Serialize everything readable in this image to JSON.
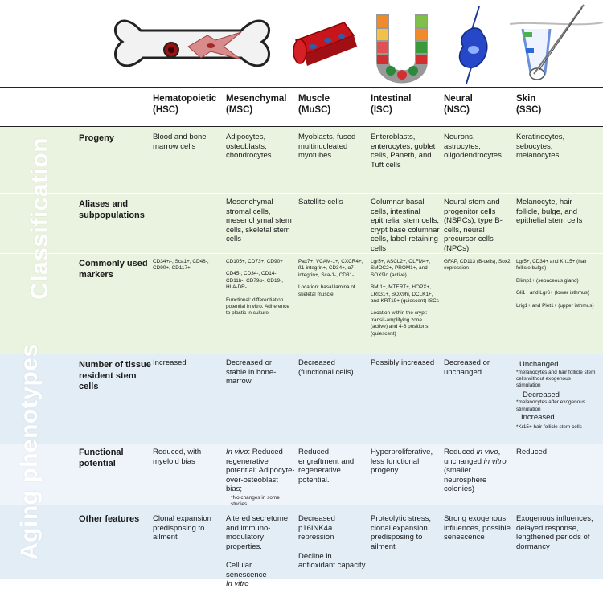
{
  "colors": {
    "green_band": "#e9f3df",
    "blue_band": "#e3edf6",
    "rule": "#222222"
  },
  "icons": [
    "bone-icon",
    "muscle-fiber-icon",
    "intestinal-crypt-icon",
    "neuron-icon",
    "hair-follicle-icon"
  ],
  "side_labels": {
    "classification": "Classification",
    "aging": "Aging phenotypes"
  },
  "columns": [
    {
      "name": "Hematopoietic",
      "abbr": "(HSC)"
    },
    {
      "name": "Mesenchymal",
      "abbr": "(MSC)"
    },
    {
      "name": "Muscle",
      "abbr": "(MuSC)"
    },
    {
      "name": "Intestinal",
      "abbr": "(ISC)"
    },
    {
      "name": "Neural",
      "abbr": "(NSC)"
    },
    {
      "name": "Skin",
      "abbr": "(SSC)"
    }
  ],
  "rows": {
    "progeny": {
      "label": "Progeny",
      "cells": [
        "Blood and bone marrow cells",
        "Adipocytes, osteoblasts, chondrocytes",
        "Myoblasts, fused multinucleated myotubes",
        "Enteroblasts, enterocytes, goblet cells, Paneth, and Tuft cells",
        "Neurons, astrocytes, oligodendrocytes",
        "Keratinocytes, sebocytes, melanocytes"
      ]
    },
    "aliases": {
      "label": "Aliases and subpopulations",
      "cells": [
        "",
        "Mesenchymal stromal cells, mesenchymal stem cells, skeletal stem cells",
        "Satellite cells",
        "Columnar basal cells, intestinal epithelial stem cells, crypt base columnar cells, label-retaining cells",
        "Neural stem and progenitor cells (NSPCs), type B-cells, neural precursor cells (NPCs)",
        "Melanocyte, hair follicle, bulge, and epithelial stem cells"
      ]
    },
    "markers": {
      "label": "Commonly used markers",
      "hsc": "CD34+/-, Sca1+, CD48-, CD90+, CD117+",
      "msc": [
        "CD105+, CD73+, CD90+",
        "CD45-, CD34-, CD14-, CD11b-, CD79α-, CD19-, HLA-DR-",
        "Functional: differentiation potential in vitro. Adherence to plastic in culture."
      ],
      "musc": [
        "Pax7+, VCAM-1+, CXCR4+, ß1-integrin+, CD34+, α7-integrin+, Sca-1-, CD31-",
        "Location: basal lamina of skeletal muscle."
      ],
      "isc": [
        "Lgr5+, ASCL2+, OLFM4+, SMOC2+, PROM1+, and SOX9lo (active)",
        "BMI1+, MTERT+, HOPX+, LRIG1+, SOX9hi, DCLK1+, and KRT19+ (quiescent) ISCs",
        "Location within the crypt: transit-amplifying zone (active) and 4-6 positions (quiescent)"
      ],
      "nsc": "GFAP, CD113 (B-cells), Sox2 expression",
      "ssc": [
        "Lgr5+, CD34+ and Krt15+ (hair follicle bulge)",
        "Blimp1+ (sebaceous gland)",
        "Gli1+ and Lgr6+ (lower isthmus)",
        "Lrig1+ and Plet1+ (upper isthmus)"
      ]
    },
    "number": {
      "label": "Number of tissue resident stem cells",
      "cells": [
        "Increased",
        "Decreased or stable in bone-marrow",
        "Decreased (functional cells)",
        "Possibly increased",
        "Decreased or unchanged"
      ],
      "ssc": [
        {
          "head": "Unchanged",
          "note": "*melanocytes and hair follicle stem cells without exogenous stimulation"
        },
        {
          "head": "Decreased",
          "note": "*melanocytes after exogenous stimulation"
        },
        {
          "head": "Increased",
          "note": "*Kr15+ hair follicle stem cells"
        }
      ]
    },
    "functional": {
      "label": "Functional potential",
      "hsc": "Reduced, with myeloid bias",
      "msc": {
        "italic": "In vivo",
        "text": ": Reduced regenerative potential; Adipocyte-over-osteoblast bias;",
        "note": "*No changes in some studies"
      },
      "musc": "Reduced engraftment and regenerative potential.",
      "isc": "Hyperproliferative, less functional progeny",
      "nsc": {
        "a": "Reduced ",
        "b": "in vivo",
        "c": ", unchanged ",
        "d": "in vitro",
        "e": " (smaller neurosphere colonies)"
      },
      "ssc": "Reduced"
    },
    "other": {
      "label": "Other features",
      "hsc": "Clonal expansion predisposing to ailment",
      "msc": {
        "text": "Altered secretome and immuno-modulatory properties.",
        "text2": "Cellular senescence",
        "italic": "In vitro"
      },
      "musc": [
        "Decreased p16INK4a repression",
        "Decline in antioxidant capacity"
      ],
      "isc": "Proteolytic stress, clonal expansion predisposing to ailment",
      "nsc": "Strong exogenous influences, possible senescence",
      "ssc": "Exogenous influences, delayed response, lengthened periods of dormancy"
    }
  }
}
